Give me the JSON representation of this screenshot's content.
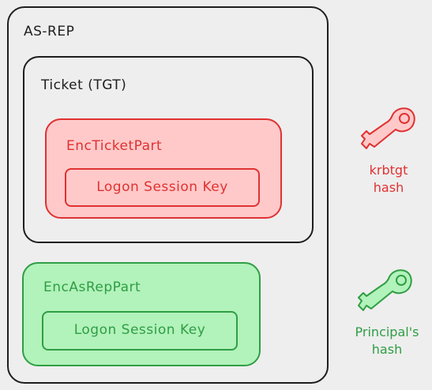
{
  "as_rep": {
    "label": "AS-REP"
  },
  "ticket": {
    "label": "Ticket (TGT)"
  },
  "enc_ticket_part": {
    "label": "EncTicketPart",
    "inner_label": "Logon Session Key",
    "color": "#e03131",
    "fill": "#ffc9c9"
  },
  "enc_as_rep_part": {
    "label": "EncAsRepPart",
    "inner_label": "Logon Session Key",
    "color": "#2f9e44",
    "fill": "#b2f2bb"
  },
  "krbtgt_key": {
    "icon": "key-icon",
    "line1": "krbtgt",
    "line2": "hash",
    "color": "#e03131",
    "fill": "#ffc9c9"
  },
  "principal_key": {
    "icon": "key-icon",
    "line1": "Principal's",
    "line2": "hash",
    "color": "#2f9e44",
    "fill": "#b2f2bb"
  }
}
